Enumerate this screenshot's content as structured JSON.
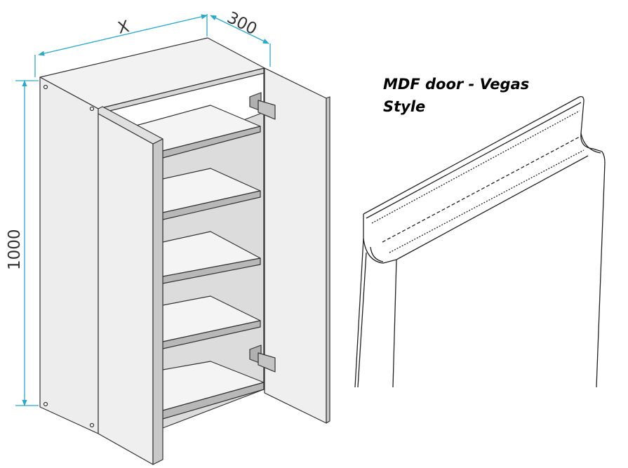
{
  "dimensions": {
    "width_label": "X",
    "depth_label": "300",
    "height_label": "1000"
  },
  "caption": {
    "line1": "MDF door - Vegas",
    "line2": "Style"
  },
  "colors": {
    "dimension_line": "#29a9cc",
    "outline": "#333333",
    "panel_face": "#efefef",
    "panel_edge": "#d0d0d0",
    "shelf_front": "#b8b8b8",
    "back_panel": "#dcdcdc"
  }
}
